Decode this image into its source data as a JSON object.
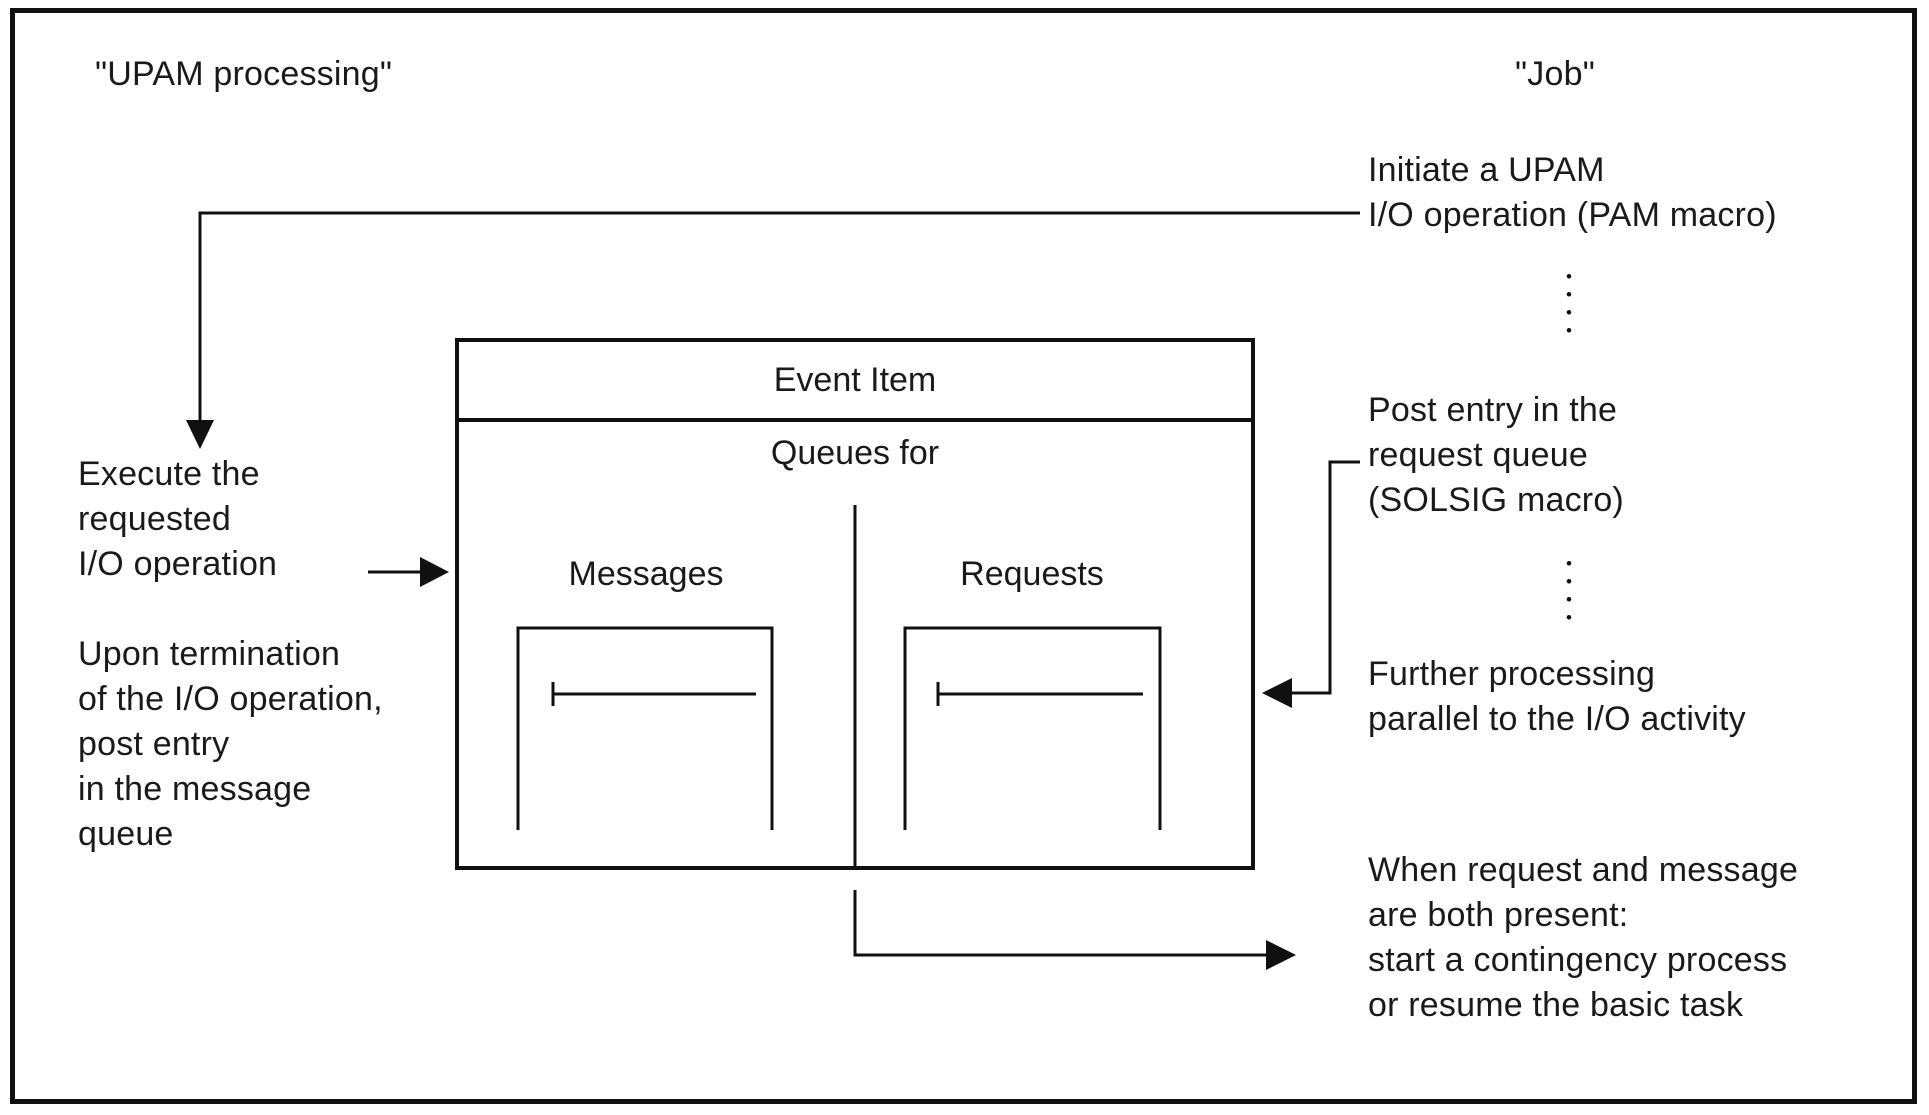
{
  "diagram": {
    "upam_title": "\"UPAM processing\"",
    "job_title": "\"Job\"",
    "event_box": {
      "title": "Event Item",
      "subtitle": "Queues for",
      "messages_label": "Messages",
      "requests_label": "Requests"
    },
    "left_notes": {
      "execute": "Execute the\nrequested\nI/O operation",
      "upon_termination": "Upon termination\nof the I/O operation,\npost entry\nin the message\nqueue"
    },
    "right_notes": {
      "initiate": "Initiate a UPAM\nI/O operation (PAM macro)",
      "post_entry": "Post entry in the\nrequest queue\n(SOLSIG macro)",
      "further": "Further processing\nparallel to the I/O activity",
      "when_request": "When request and message\nare both present:\nstart a contingency process\nor resume the basic task"
    },
    "ellipsis": "•\n•\n•\n•"
  }
}
